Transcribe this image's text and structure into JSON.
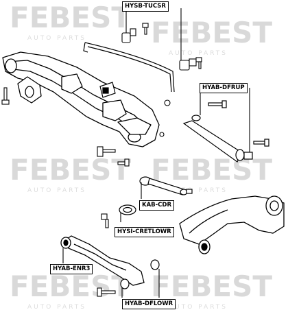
{
  "watermark": {
    "brand": "FEBEST",
    "tagline": "AUTO PARTS"
  },
  "labels": {
    "hysb_tucsr": "HYSB-TUCSR",
    "hyab_dfrup": "HYAB-DFRUP",
    "kab_cdr": "KAB-CDR",
    "hysi_cretlowr": "HYSI-CRETLOWR",
    "hyab_enr3": "HYAB-ENR3",
    "hyab_dflowr": "HYAB-DFLOWR"
  }
}
